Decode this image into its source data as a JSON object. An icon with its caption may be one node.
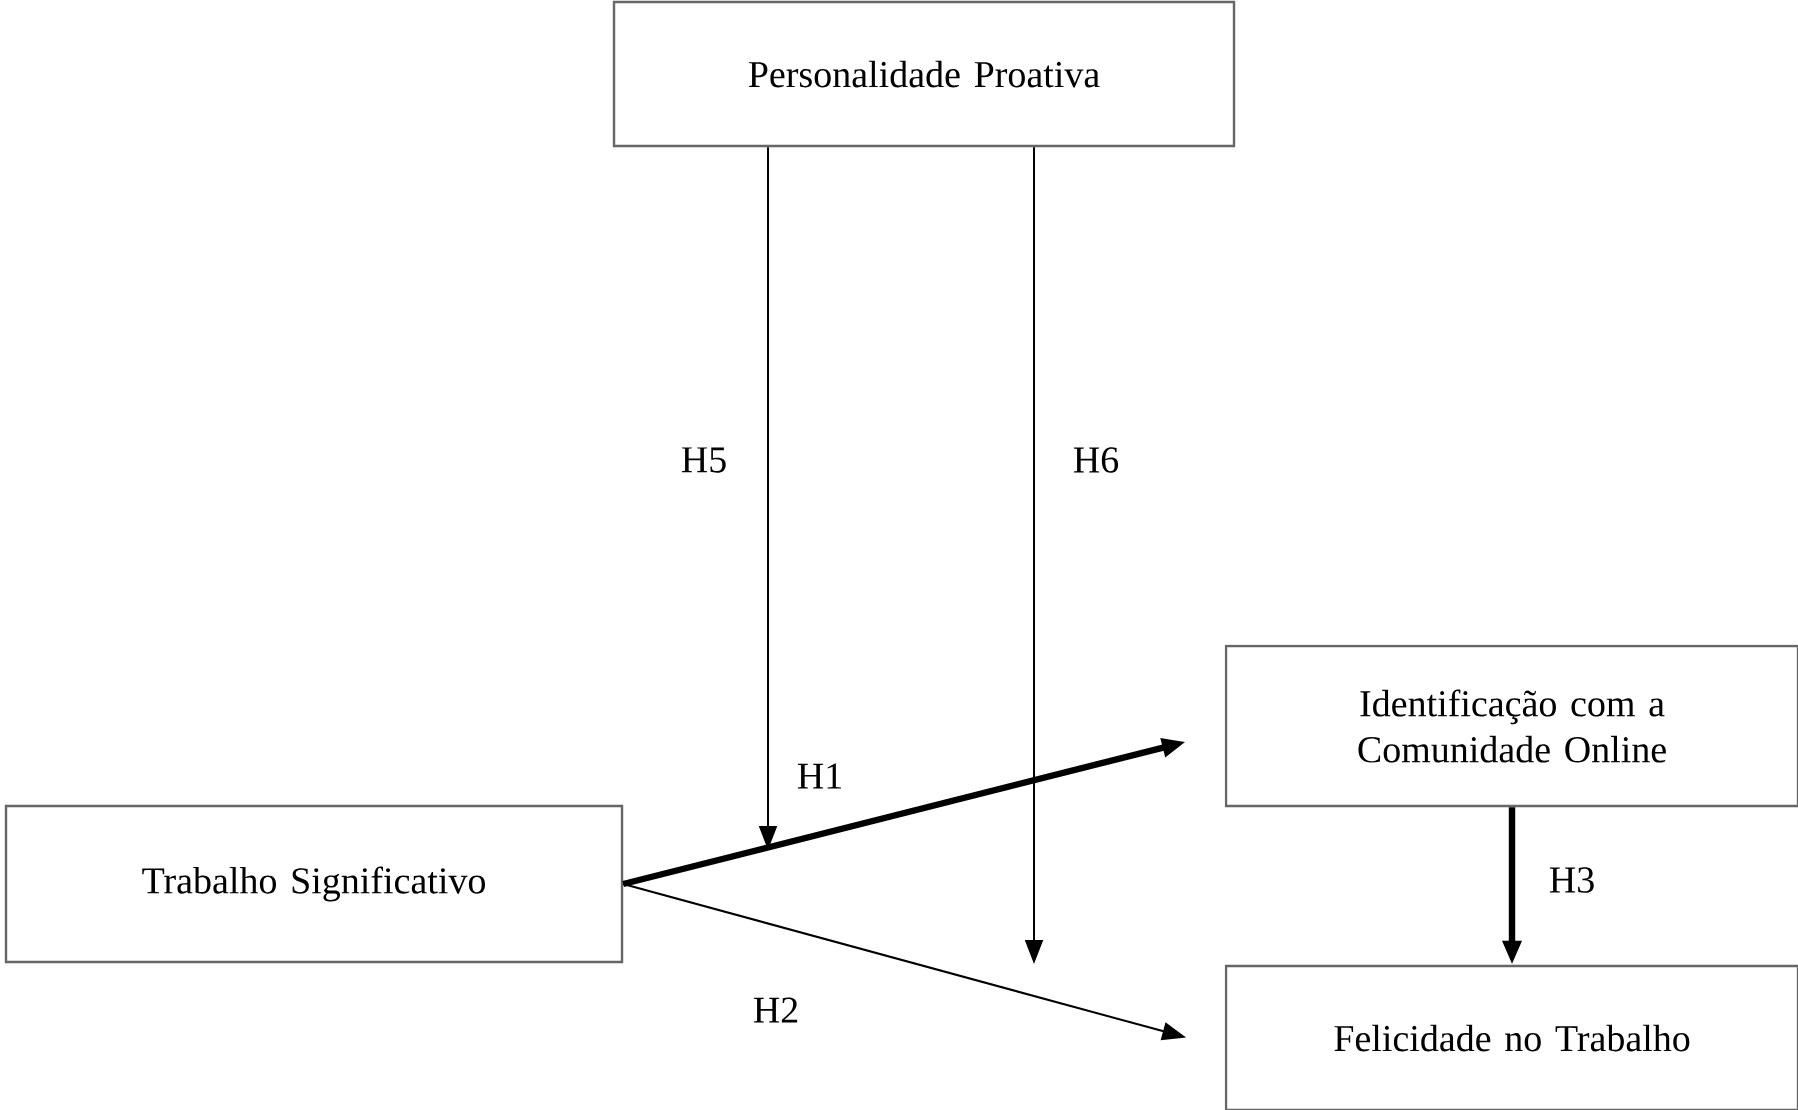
{
  "diagram": {
    "nodes": [
      {
        "text": [
          "Personalidade Proativa"
        ]
      },
      {
        "text": [
          "Trabalho Significativo"
        ]
      },
      {
        "text": [
          "Identificação com a Comunidade Online"
        ]
      },
      {
        "text": [
          "Felicidade no Trabalho"
        ]
      }
    ],
    "edges": [
      {
        "from": 1,
        "to": 2,
        "arrow": "to",
        "label": "H1",
        "style": "thick"
      },
      {
        "from": 1,
        "to": 3,
        "arrow": "to",
        "label": "H2"
      },
      {
        "from": 2,
        "to": 3,
        "arrow": "to",
        "label": "H3",
        "style": "thick"
      },
      {
        "from": 0,
        "to": null,
        "arrow": "to",
        "label": "H5"
      },
      {
        "from": 0,
        "to": null,
        "arrow": "to",
        "label": "H6"
      }
    ]
  }
}
